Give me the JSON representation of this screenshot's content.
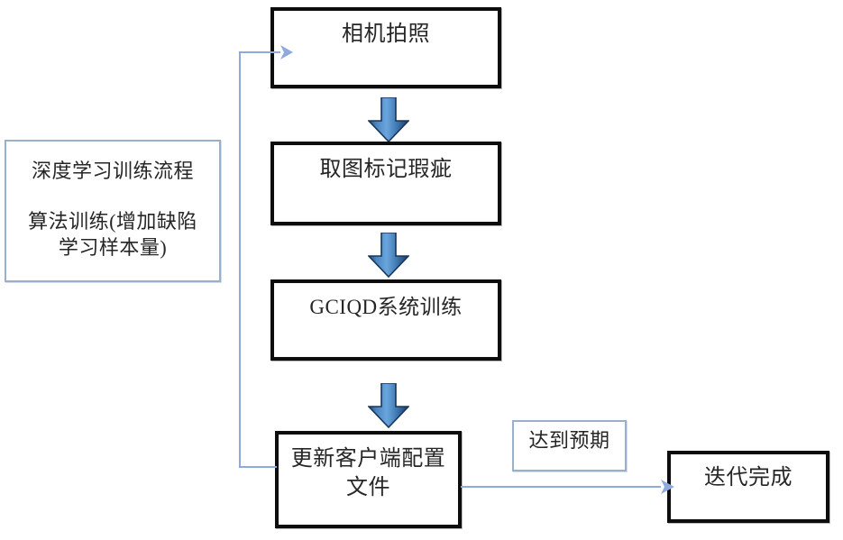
{
  "diagram": {
    "title_note": {
      "line1": "深度学习训练流程",
      "line2": "算法训练(增加缺陷\n学习样本量)"
    },
    "nodes": {
      "capture": "相机拍照",
      "mark": "取图标记瑕疵",
      "train": "GCIQD系统训练",
      "update": "更新客户端配置\n文件",
      "expectation": "达到预期",
      "done": "迭代完成"
    },
    "icons": {
      "arrow_capture_to_mark": "down-block-arrow-icon",
      "arrow_mark_to_train": "down-block-arrow-icon",
      "arrow_train_to_update": "down-block-arrow-icon",
      "feedback_line": "feedback-arrow-icon",
      "forward_line": "right-arrow-icon"
    },
    "colors": {
      "box_border_heavy": "#0d0d0d",
      "box_border_light": "#9aafc9",
      "arrow_blue_light": "#5b9bd5",
      "arrow_blue_dark": "#1f3864",
      "connector_blue": "#8faadc",
      "text": "#262626",
      "background": "#ffffff"
    }
  }
}
